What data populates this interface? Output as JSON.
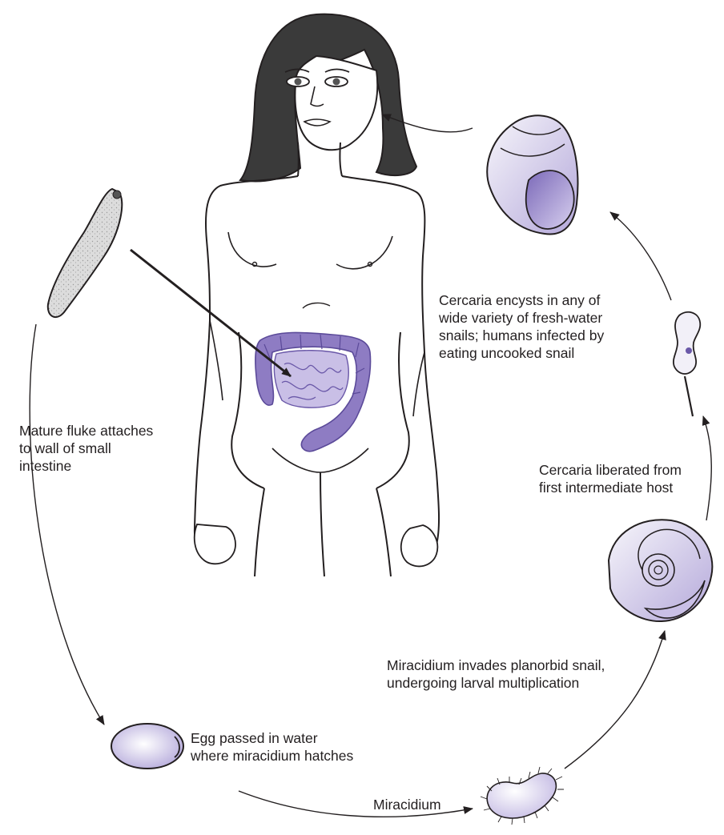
{
  "labels": {
    "mature_fluke": [
      "Mature fluke attaches",
      "to wall of small",
      "intestine"
    ],
    "cercaria_encysts": [
      "Cercaria encysts in any of",
      "wide variety of fresh-water",
      "snails; humans infected by",
      "eating uncooked snail"
    ],
    "cercaria_liberated": [
      "Cercaria liberated from",
      "first intermediate host"
    ],
    "miracidium_invades": [
      "Miracidium invades planorbid snail,",
      "undergoing larval multiplication"
    ],
    "egg": [
      "Egg passed in water",
      "where miracidium hatches"
    ],
    "miracidium": "Miracidium"
  },
  "colors": {
    "intestine": "#8e7cc3",
    "intestine_light": "#c9bfe6",
    "snail_light": "#ece9f6",
    "snail_shadow": "#a89bd4",
    "hair": "#3a3a3a",
    "outline": "#231f20",
    "fluke_fill": "#d4d4d4"
  }
}
